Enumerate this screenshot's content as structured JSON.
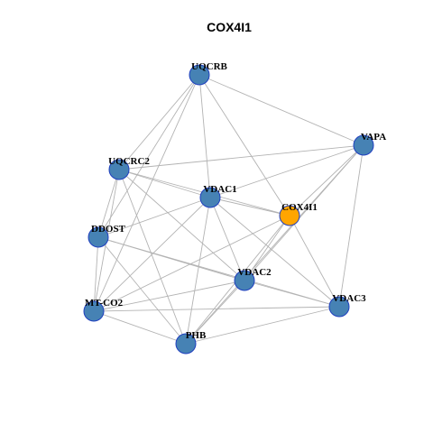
{
  "title": "COX4I1",
  "colors": {
    "node_fill": "#4682B4",
    "node_stroke": "#1f3fbf",
    "focus_fill": "#FFA500",
    "edge": "#b3b3b3"
  },
  "focus_node": "COX4I1",
  "nodes": [
    {
      "id": "UQCRB"
    },
    {
      "id": "VAPA"
    },
    {
      "id": "UQCRC2"
    },
    {
      "id": "VDAC1"
    },
    {
      "id": "COX4I1"
    },
    {
      "id": "DDOST"
    },
    {
      "id": "VDAC2"
    },
    {
      "id": "VDAC3"
    },
    {
      "id": "MT-CO2"
    },
    {
      "id": "PHB"
    }
  ],
  "edges": [
    [
      "UQCRB",
      "VAPA"
    ],
    [
      "UQCRB",
      "UQCRC2"
    ],
    [
      "UQCRB",
      "VDAC1"
    ],
    [
      "UQCRB",
      "COX4I1"
    ],
    [
      "UQCRB",
      "DDOST"
    ],
    [
      "UQCRB",
      "MT-CO2"
    ],
    [
      "VAPA",
      "UQCRC2"
    ],
    [
      "VAPA",
      "VDAC1"
    ],
    [
      "VAPA",
      "COX4I1"
    ],
    [
      "VAPA",
      "VDAC2"
    ],
    [
      "VAPA",
      "VDAC3"
    ],
    [
      "VAPA",
      "PHB"
    ],
    [
      "UQCRC2",
      "VDAC1"
    ],
    [
      "UQCRC2",
      "COX4I1"
    ],
    [
      "UQCRC2",
      "DDOST"
    ],
    [
      "UQCRC2",
      "VDAC2"
    ],
    [
      "UQCRC2",
      "MT-CO2"
    ],
    [
      "UQCRC2",
      "PHB"
    ],
    [
      "VDAC1",
      "COX4I1"
    ],
    [
      "VDAC1",
      "DDOST"
    ],
    [
      "VDAC1",
      "VDAC2"
    ],
    [
      "VDAC1",
      "MT-CO2"
    ],
    [
      "VDAC1",
      "PHB"
    ],
    [
      "VDAC1",
      "VDAC3"
    ],
    [
      "COX4I1",
      "VDAC2"
    ],
    [
      "COX4I1",
      "VDAC3"
    ],
    [
      "COX4I1",
      "MT-CO2"
    ],
    [
      "COX4I1",
      "PHB"
    ],
    [
      "DDOST",
      "VDAC2"
    ],
    [
      "DDOST",
      "VDAC3"
    ],
    [
      "DDOST",
      "MT-CO2"
    ],
    [
      "DDOST",
      "PHB"
    ],
    [
      "VDAC2",
      "VDAC3"
    ],
    [
      "VDAC2",
      "MT-CO2"
    ],
    [
      "VDAC2",
      "PHB"
    ],
    [
      "VDAC3",
      "MT-CO2"
    ],
    [
      "VDAC3",
      "PHB"
    ],
    [
      "MT-CO2",
      "PHB"
    ]
  ]
}
